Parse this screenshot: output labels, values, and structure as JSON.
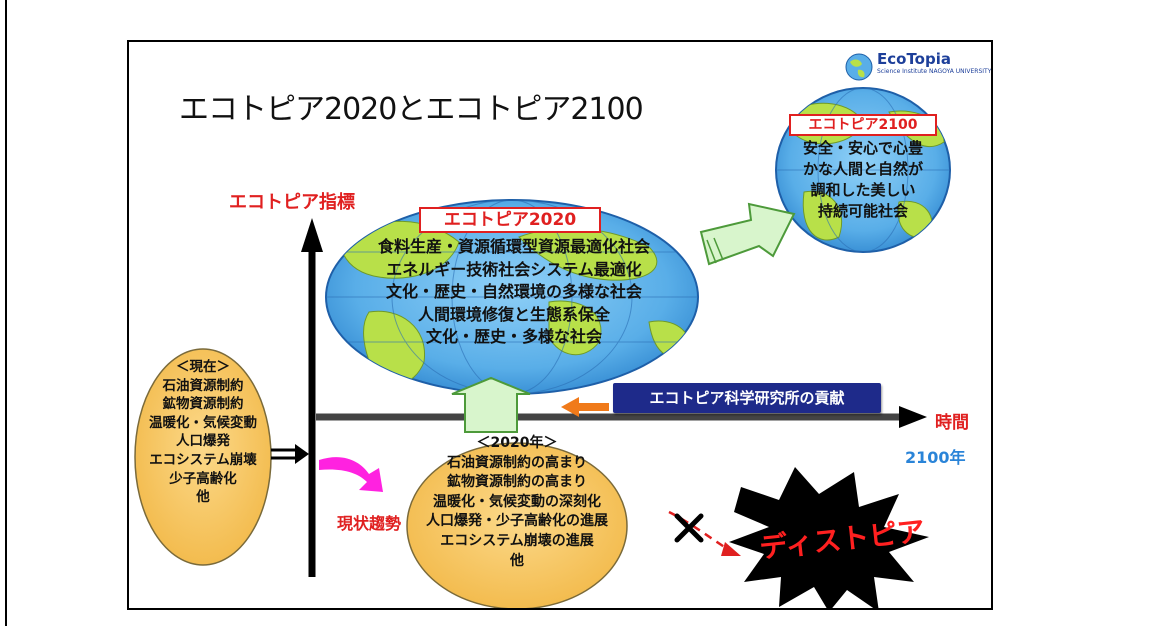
{
  "slide": {
    "title": "エコトピア2020とエコトピア2100",
    "logo": {
      "name": "EcoTopia",
      "subtitle": "Science Institute  NAGOYA UNIVERSITY"
    },
    "y_axis_label": "エコトピア指標",
    "x_axis_label": "時間",
    "year_label": "2100年",
    "trend_label": "現状趨勢",
    "ecotopia2020": {
      "label": "エコトピア2020",
      "lines": [
        "食料生産・資源循環型資源最適化社会",
        "エネルギー技術社会システム最適化",
        "文化・歴史・自然環境の多様な社会",
        "人間環境修復と生態系保全",
        "文化・歴史・多様な社会"
      ]
    },
    "ecotopia2100": {
      "label": "エコトピア2100",
      "lines": [
        "安全・安心で心豊",
        "かな人間と自然が",
        "調和した美しい",
        "持続可能社会"
      ]
    },
    "current": {
      "heading": "＜現在＞",
      "lines": [
        "石油資源制約",
        "鉱物資源制約",
        "温暖化・気候変動",
        "人口爆発",
        "エコシステム崩壊",
        "少子高齢化",
        "他"
      ]
    },
    "year2020": {
      "heading": "＜2020年＞",
      "lines": [
        "石油資源制約の高まり",
        "鉱物資源制約の高まり",
        "温暖化・気候変動の深刻化",
        "人口爆発・少子高齢化の進展",
        "エコシステム崩壊の進展",
        "他"
      ]
    },
    "contribution": "エコトピア科学研究所の貢献",
    "dystopia": "ディストピア",
    "colors": {
      "accent_red": "#e02020",
      "ocean_blue": "#59aee8",
      "land_green": "#b8e049",
      "orange_fill": "#f7c566",
      "navy": "#1e2a8a",
      "arrow_green": "#d8f5cc",
      "magenta": "#ff22e0"
    }
  }
}
